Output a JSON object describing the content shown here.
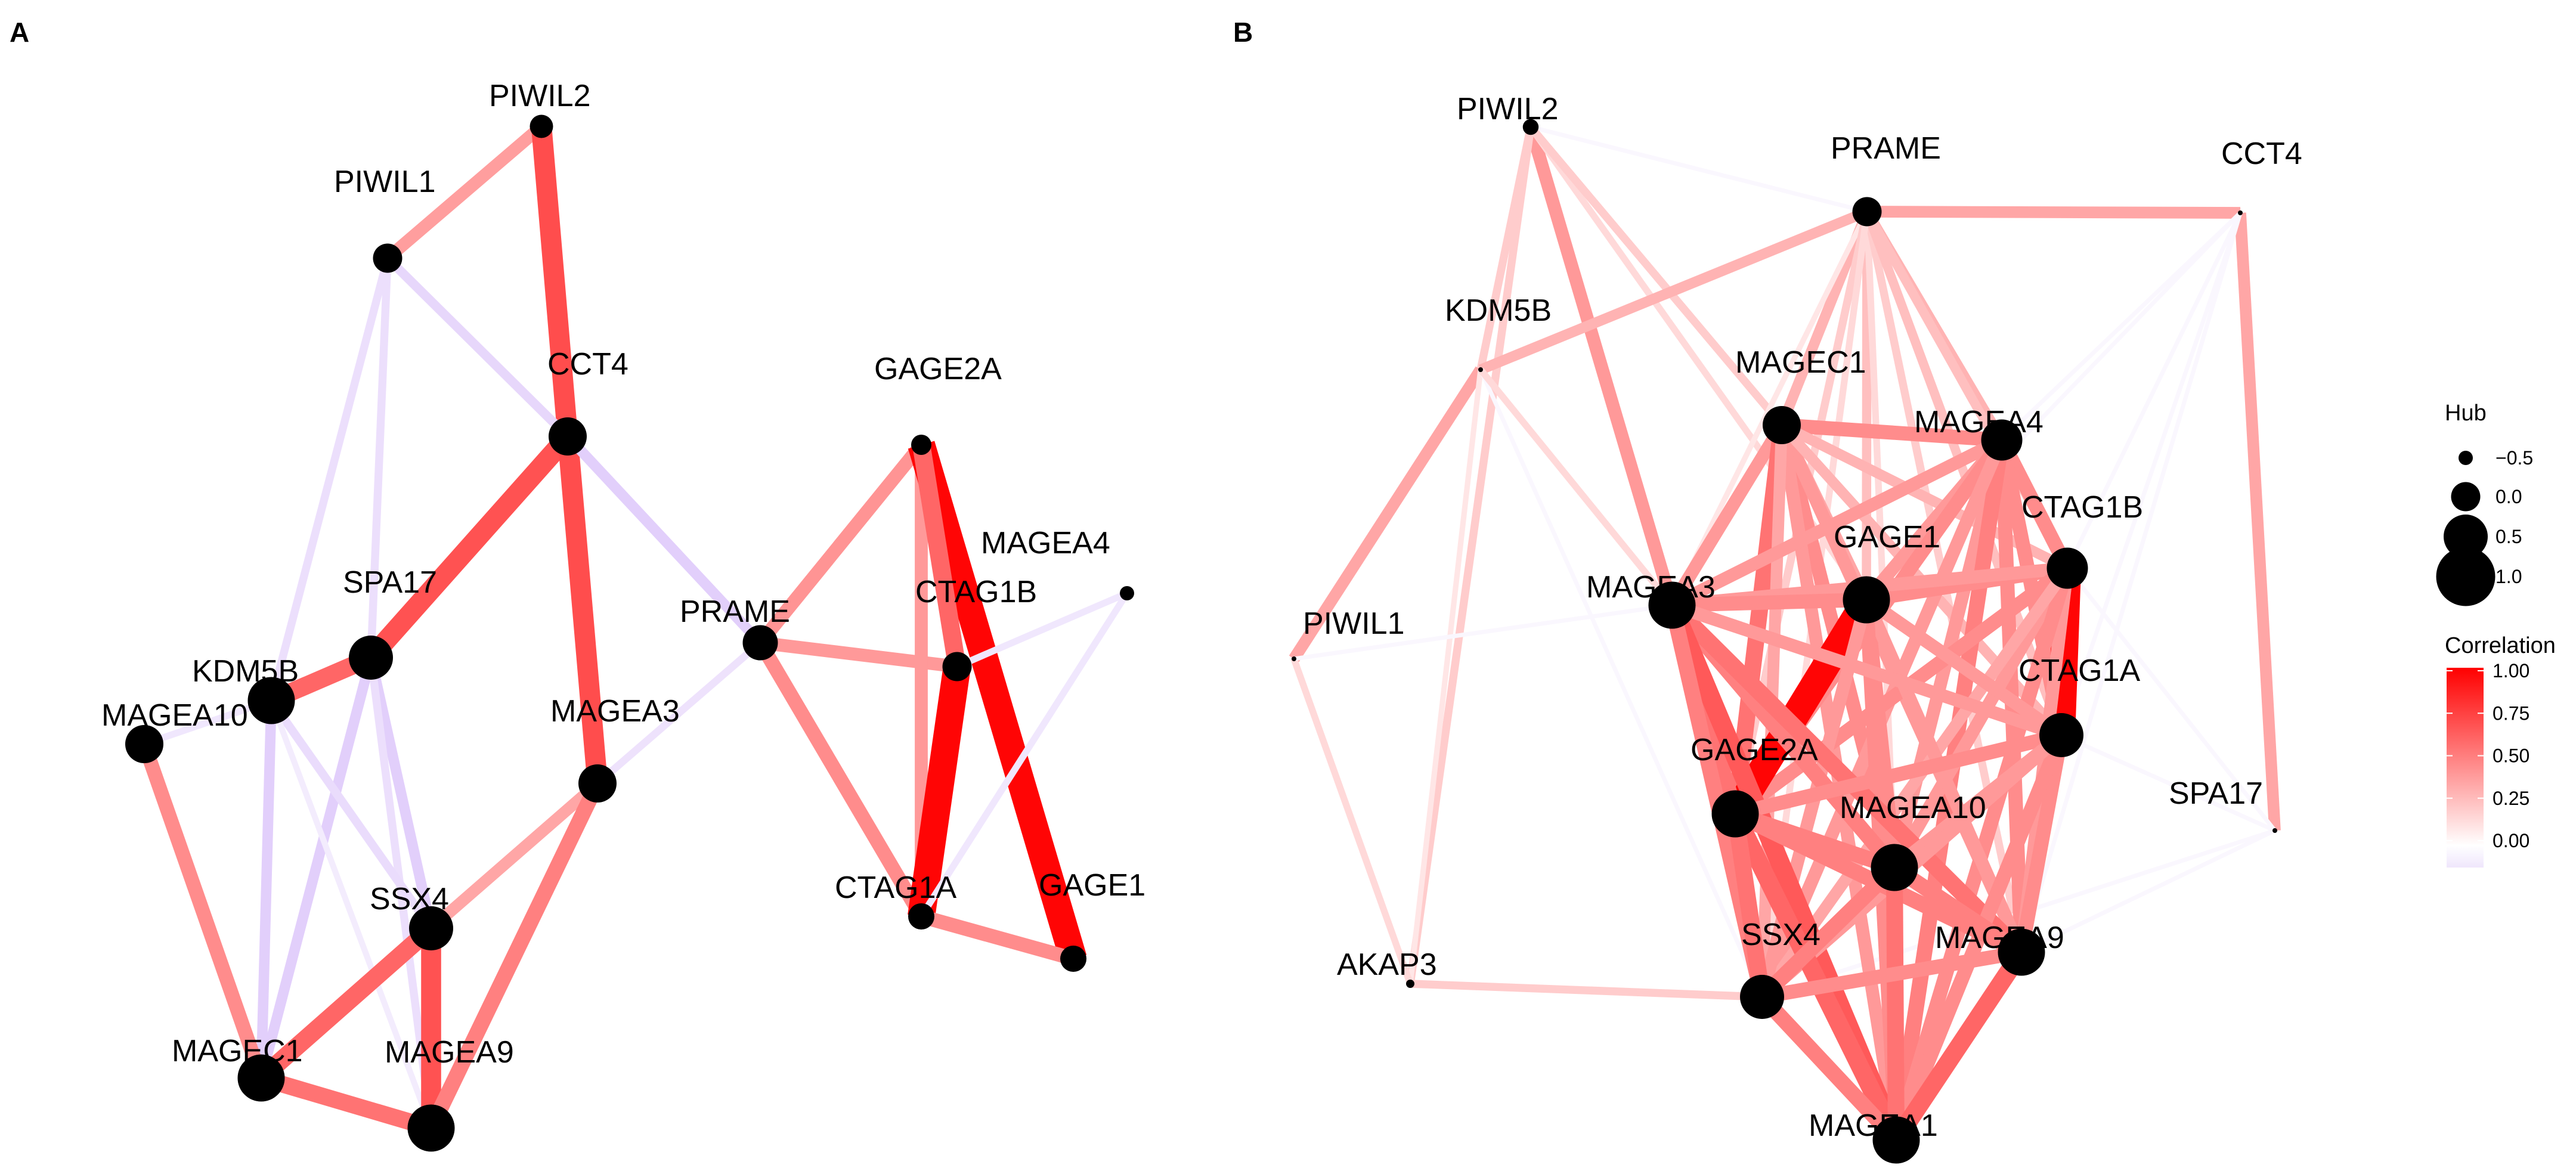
{
  "panels": [
    {
      "label": "A",
      "nodes": [
        {
          "id": "PIWIL2",
          "hub": -0.2
        },
        {
          "id": "PIWIL1",
          "hub": 0.0
        },
        {
          "id": "CCT4",
          "hub": 0.3
        },
        {
          "id": "GAGE2A",
          "hub": -0.3
        },
        {
          "id": "MAGEA4",
          "hub": -0.5
        },
        {
          "id": "SPA17",
          "hub": 0.5
        },
        {
          "id": "PRAME",
          "hub": 0.2
        },
        {
          "id": "CTAG1B",
          "hub": 0.0
        },
        {
          "id": "KDM5B",
          "hub": 0.6
        },
        {
          "id": "MAGEA10",
          "hub": 0.3
        },
        {
          "id": "MAGEA3",
          "hub": 0.3
        },
        {
          "id": "SSX4",
          "hub": 0.5
        },
        {
          "id": "CTAG1A",
          "hub": -0.1
        },
        {
          "id": "GAGE1",
          "hub": -0.1
        },
        {
          "id": "MAGEC1",
          "hub": 0.6
        },
        {
          "id": "MAGEA9",
          "hub": 0.6
        }
      ],
      "edges": [
        {
          "source": "PIWIL1",
          "target": "PIWIL2",
          "correlation": 0.38
        },
        {
          "source": "PIWIL2",
          "target": "CCT4",
          "correlation": 0.7
        },
        {
          "source": "PIWIL1",
          "target": "CCT4",
          "correlation": -0.25
        },
        {
          "source": "PIWIL1",
          "target": "KDM5B",
          "correlation": -0.2
        },
        {
          "source": "PIWIL1",
          "target": "SPA17",
          "correlation": -0.2
        },
        {
          "source": "CCT4",
          "target": "SPA17",
          "correlation": 0.68
        },
        {
          "source": "CCT4",
          "target": "MAGEA3",
          "correlation": 0.7
        },
        {
          "source": "CCT4",
          "target": "PRAME",
          "correlation": -0.3
        },
        {
          "source": "SPA17",
          "target": "KDM5B",
          "correlation": 0.6
        },
        {
          "source": "KDM5B",
          "target": "MAGEA10",
          "correlation": -0.15
        },
        {
          "source": "SPA17",
          "target": "SSX4",
          "correlation": -0.3
        },
        {
          "source": "SPA17",
          "target": "MAGEC1",
          "correlation": -0.3
        },
        {
          "source": "SPA17",
          "target": "MAGEA9",
          "correlation": -0.2
        },
        {
          "source": "KDM5B",
          "target": "SSX4",
          "correlation": -0.22
        },
        {
          "source": "KDM5B",
          "target": "MAGEC1",
          "correlation": -0.3
        },
        {
          "source": "KDM5B",
          "target": "MAGEA9",
          "correlation": -0.12
        },
        {
          "source": "MAGEA10",
          "target": "MAGEC1",
          "correlation": 0.45
        },
        {
          "source": "MAGEC1",
          "target": "SSX4",
          "correlation": 0.6
        },
        {
          "source": "MAGEC1",
          "target": "MAGEA9",
          "correlation": 0.55
        },
        {
          "source": "SSX4",
          "target": "MAGEA9",
          "correlation": 0.68
        },
        {
          "source": "SSX4",
          "target": "MAGEA3",
          "correlation": 0.35
        },
        {
          "source": "MAGEA9",
          "target": "MAGEA3",
          "correlation": 0.5
        },
        {
          "source": "MAGEA3",
          "target": "PRAME",
          "correlation": -0.18
        },
        {
          "source": "PRAME",
          "target": "GAGE2A",
          "correlation": 0.42
        },
        {
          "source": "PRAME",
          "target": "CTAG1B",
          "correlation": 0.4
        },
        {
          "source": "PRAME",
          "target": "CTAG1A",
          "correlation": 0.45
        },
        {
          "source": "GAGE2A",
          "target": "CTAG1A",
          "correlation": 0.4
        },
        {
          "source": "GAGE2A",
          "target": "GAGE1",
          "correlation": 0.98
        },
        {
          "source": "GAGE2A",
          "target": "CTAG1B",
          "correlation": 0.6
        },
        {
          "source": "CTAG1B",
          "target": "CTAG1A",
          "correlation": 0.98
        },
        {
          "source": "CTAG1B",
          "target": "MAGEA4",
          "correlation": -0.15
        },
        {
          "source": "MAGEA4",
          "target": "CTAG1A",
          "correlation": -0.15
        },
        {
          "source": "CTAG1A",
          "target": "GAGE1",
          "correlation": 0.45
        }
      ]
    },
    {
      "label": "B",
      "nodes": [
        {
          "id": "PIWIL2",
          "hub": -0.45
        },
        {
          "id": "PRAME",
          "hub": 0.0
        },
        {
          "id": "CCT4",
          "hub": -1.0
        },
        {
          "id": "KDM5B",
          "hub": -1.0
        },
        {
          "id": "MAGEC1",
          "hub": 0.3
        },
        {
          "id": "MAGEA4",
          "hub": 0.4
        },
        {
          "id": "CTAG1B",
          "hub": 0.4
        },
        {
          "id": "GAGE1",
          "hub": 0.6
        },
        {
          "id": "MAGEA3",
          "hub": 0.6
        },
        {
          "id": "PIWIL1",
          "hub": -1.0
        },
        {
          "id": "CTAG1A",
          "hub": 0.5
        },
        {
          "id": "GAGE2A",
          "hub": 0.6
        },
        {
          "id": "MAGEA10",
          "hub": 0.6
        },
        {
          "id": "SPA17",
          "hub": -1.0
        },
        {
          "id": "SSX4",
          "hub": 0.5
        },
        {
          "id": "MAGEA9",
          "hub": 0.6
        },
        {
          "id": "AKAP3",
          "hub": -0.7
        },
        {
          "id": "MAGEA1",
          "hub": 0.6
        }
      ],
      "edges": [
        {
          "source": "PIWIL2",
          "target": "PRAME",
          "correlation": -0.05
        },
        {
          "source": "PIWIL2",
          "target": "KDM5B",
          "correlation": 0.2
        },
        {
          "source": "PIWIL2",
          "target": "MAGEA3",
          "correlation": 0.4
        },
        {
          "source": "PIWIL2",
          "target": "AKAP3",
          "correlation": 0.2
        },
        {
          "source": "PIWIL2",
          "target": "GAGE1",
          "correlation": 0.15
        },
        {
          "source": "PIWIL2",
          "target": "MAGEC1",
          "correlation": 0.2
        },
        {
          "source": "PRAME",
          "target": "CCT4",
          "correlation": 0.35
        },
        {
          "source": "PRAME",
          "target": "KDM5B",
          "correlation": 0.3
        },
        {
          "source": "PRAME",
          "target": "MAGEC1",
          "correlation": 0.3
        },
        {
          "source": "PRAME",
          "target": "MAGEA4",
          "correlation": 0.3
        },
        {
          "source": "PRAME",
          "target": "GAGE1",
          "correlation": 0.25
        },
        {
          "source": "PRAME",
          "target": "MAGEA3",
          "correlation": 0.1
        },
        {
          "source": "PRAME",
          "target": "CTAG1B",
          "correlation": 0.25
        },
        {
          "source": "PRAME",
          "target": "GAGE2A",
          "correlation": 0.2
        },
        {
          "source": "PRAME",
          "target": "MAGEA10",
          "correlation": 0.15
        },
        {
          "source": "PRAME",
          "target": "MAGEA9",
          "correlation": 0.2
        },
        {
          "source": "PRAME",
          "target": "CTAG1A",
          "correlation": 0.25
        },
        {
          "source": "PRAME",
          "target": "SSX4",
          "correlation": 0.15
        },
        {
          "source": "CCT4",
          "target": "SPA17",
          "correlation": 0.35
        },
        {
          "source": "CCT4",
          "target": "MAGEA4",
          "correlation": -0.05
        },
        {
          "source": "CCT4",
          "target": "CTAG1B",
          "correlation": -0.05
        },
        {
          "source": "CCT4",
          "target": "CTAG1A",
          "correlation": -0.05
        },
        {
          "source": "CCT4",
          "target": "MAGEA9",
          "correlation": -0.05
        },
        {
          "source": "CCT4",
          "target": "GAGE1",
          "correlation": -0.05
        },
        {
          "source": "KDM5B",
          "target": "PIWIL1",
          "correlation": 0.35
        },
        {
          "source": "KDM5B",
          "target": "AKAP3",
          "correlation": 0.1
        },
        {
          "source": "KDM5B",
          "target": "SSX4",
          "correlation": -0.05
        },
        {
          "source": "KDM5B",
          "target": "MAGEA3",
          "correlation": 0.15
        },
        {
          "source": "PIWIL1",
          "target": "AKAP3",
          "correlation": 0.15
        },
        {
          "source": "PIWIL1",
          "target": "MAGEA3",
          "correlation": -0.05
        },
        {
          "source": "AKAP3",
          "target": "SSX4",
          "correlation": 0.2
        },
        {
          "source": "SPA17",
          "target": "CTAG1A",
          "correlation": -0.05
        },
        {
          "source": "SPA17",
          "target": "CTAG1B",
          "correlation": -0.05
        },
        {
          "source": "SPA17",
          "target": "MAGEA9",
          "correlation": -0.05
        },
        {
          "source": "SPA17",
          "target": "SSX4",
          "correlation": -0.05
        },
        {
          "source": "MAGEC1",
          "target": "MAGEA4",
          "correlation": 0.45
        },
        {
          "source": "MAGEC1",
          "target": "GAGE1",
          "correlation": 0.35
        },
        {
          "source": "MAGEC1",
          "target": "MAGEA3",
          "correlation": 0.4
        },
        {
          "source": "MAGEC1",
          "target": "GAGE2A",
          "correlation": 0.55
        },
        {
          "source": "MAGEC1",
          "target": "MAGEA10",
          "correlation": 0.45
        },
        {
          "source": "MAGEC1",
          "target": "MAGEA9",
          "correlation": 0.4
        },
        {
          "source": "MAGEC1",
          "target": "MAGEA1",
          "correlation": 0.4
        },
        {
          "source": "MAGEC1",
          "target": "CTAG1A",
          "correlation": 0.3
        },
        {
          "source": "MAGEC1",
          "target": "CTAG1B",
          "correlation": 0.3
        },
        {
          "source": "MAGEC1",
          "target": "SSX4",
          "correlation": 0.35
        },
        {
          "source": "MAGEA4",
          "target": "CTAG1B",
          "correlation": 0.45
        },
        {
          "source": "MAGEA4",
          "target": "GAGE1",
          "correlation": 0.4
        },
        {
          "source": "MAGEA4",
          "target": "MAGEA3",
          "correlation": 0.4
        },
        {
          "source": "MAGEA4",
          "target": "CTAG1A",
          "correlation": 0.45
        },
        {
          "source": "MAGEA4",
          "target": "GAGE2A",
          "correlation": 0.45
        },
        {
          "source": "MAGEA4",
          "target": "MAGEA10",
          "correlation": 0.4
        },
        {
          "source": "MAGEA4",
          "target": "MAGEA9",
          "correlation": 0.45
        },
        {
          "source": "MAGEA4",
          "target": "MAGEA1",
          "correlation": 0.5
        },
        {
          "source": "MAGEA4",
          "target": "SSX4",
          "correlation": 0.4
        },
        {
          "source": "CTAG1B",
          "target": "CTAG1A",
          "correlation": 0.98
        },
        {
          "source": "CTAG1B",
          "target": "GAGE1",
          "correlation": 0.45
        },
        {
          "source": "CTAG1B",
          "target": "MAGEA3",
          "correlation": 0.4
        },
        {
          "source": "CTAG1B",
          "target": "GAGE2A",
          "correlation": 0.45
        },
        {
          "source": "CTAG1B",
          "target": "MAGEA10",
          "correlation": 0.4
        },
        {
          "source": "CTAG1B",
          "target": "MAGEA9",
          "correlation": 0.4
        },
        {
          "source": "CTAG1B",
          "target": "MAGEA1",
          "correlation": 0.45
        },
        {
          "source": "CTAG1B",
          "target": "SSX4",
          "correlation": 0.35
        },
        {
          "source": "GAGE1",
          "target": "GAGE2A",
          "correlation": 0.98
        },
        {
          "source": "GAGE1",
          "target": "MAGEA3",
          "correlation": 0.45
        },
        {
          "source": "GAGE1",
          "target": "CTAG1A",
          "correlation": 0.4
        },
        {
          "source": "GAGE1",
          "target": "MAGEA10",
          "correlation": 0.45
        },
        {
          "source": "GAGE1",
          "target": "MAGEA9",
          "correlation": 0.4
        },
        {
          "source": "GAGE1",
          "target": "MAGEA1",
          "correlation": 0.45
        },
        {
          "source": "GAGE1",
          "target": "SSX4",
          "correlation": 0.4
        },
        {
          "source": "MAGEA3",
          "target": "GAGE2A",
          "correlation": 0.55
        },
        {
          "source": "MAGEA3",
          "target": "MAGEA10",
          "correlation": 0.5
        },
        {
          "source": "MAGEA3",
          "target": "MAGEA9",
          "correlation": 0.55
        },
        {
          "source": "MAGEA3",
          "target": "MAGEA1",
          "correlation": 0.65
        },
        {
          "source": "MAGEA3",
          "target": "SSX4",
          "correlation": 0.5
        },
        {
          "source": "MAGEA3",
          "target": "CTAG1A",
          "correlation": 0.4
        },
        {
          "source": "CTAG1A",
          "target": "GAGE2A",
          "correlation": 0.45
        },
        {
          "source": "CTAG1A",
          "target": "MAGEA10",
          "correlation": 0.4
        },
        {
          "source": "CTAG1A",
          "target": "MAGEA9",
          "correlation": 0.45
        },
        {
          "source": "CTAG1A",
          "target": "MAGEA1",
          "correlation": 0.45
        },
        {
          "source": "CTAG1A",
          "target": "SSX4",
          "correlation": 0.4
        },
        {
          "source": "GAGE2A",
          "target": "MAGEA10",
          "correlation": 0.5
        },
        {
          "source": "GAGE2A",
          "target": "MAGEA9",
          "correlation": 0.5
        },
        {
          "source": "GAGE2A",
          "target": "MAGEA1",
          "correlation": 0.6
        },
        {
          "source": "GAGE2A",
          "target": "SSX4",
          "correlation": 0.55
        },
        {
          "source": "MAGEA10",
          "target": "MAGEA9",
          "correlation": 0.5
        },
        {
          "source": "MAGEA10",
          "target": "MAGEA1",
          "correlation": 0.55
        },
        {
          "source": "MAGEA10",
          "target": "SSX4",
          "correlation": 0.5
        },
        {
          "source": "MAGEA9",
          "target": "MAGEA1",
          "correlation": 0.6
        },
        {
          "source": "MAGEA9",
          "target": "SSX4",
          "correlation": 0.45
        },
        {
          "source": "SSX4",
          "target": "MAGEA1",
          "correlation": 0.5
        }
      ]
    }
  ],
  "legend": {
    "hub_title": "Hub",
    "hub_ticks": [
      {
        "label": "−0.5",
        "value": -0.5
      },
      {
        "label": "0.0",
        "value": 0.0
      },
      {
        "label": "0.5",
        "value": 0.5
      },
      {
        "label": "1.0",
        "value": 1.0
      }
    ],
    "corr_title": "Correlation",
    "corr_ticks": [
      {
        "label": "1.00",
        "value": 1.0
      },
      {
        "label": "0.75",
        "value": 0.75
      },
      {
        "label": "0.50",
        "value": 0.5
      },
      {
        "label": "0.25",
        "value": 0.25
      },
      {
        "label": "0.00",
        "value": 0.0
      }
    ]
  },
  "colors": {
    "max": "#ff0000",
    "mid": "#ffffff",
    "min": "#9e60f0",
    "node": "#000000"
  }
}
